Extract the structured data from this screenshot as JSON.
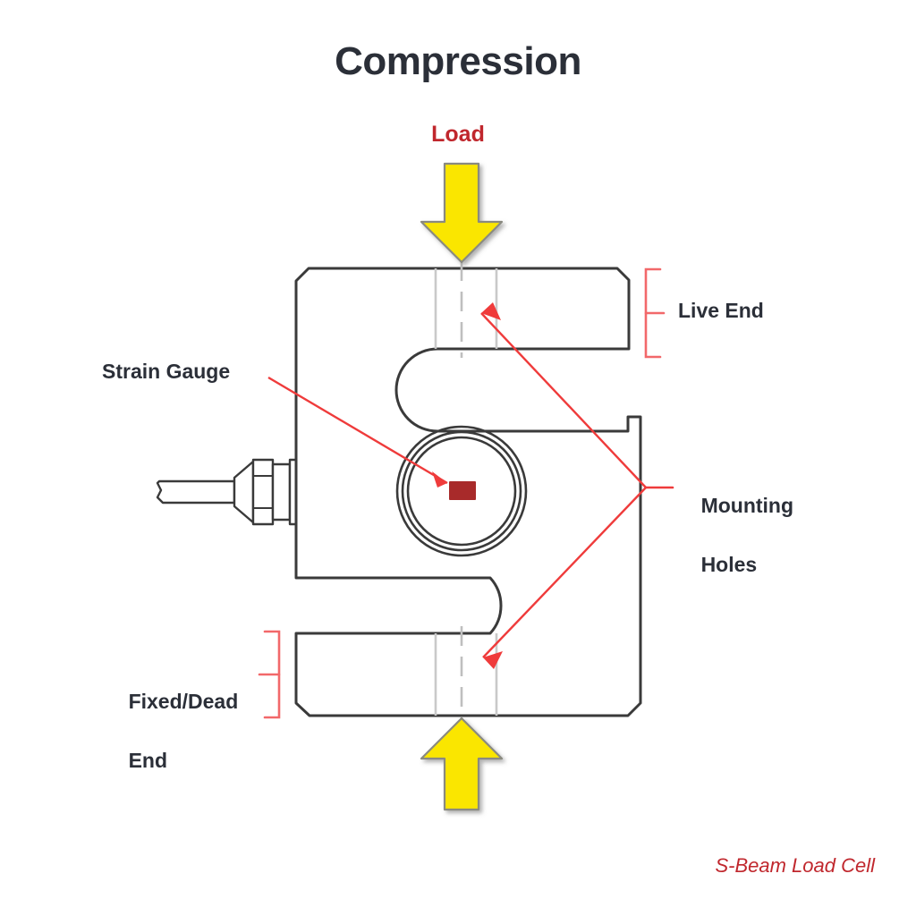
{
  "diagram": {
    "title": "Compression",
    "caption": "S-Beam Load Cell",
    "labels": {
      "load": "Load",
      "live_end": "Live End",
      "mounting_holes_line1": "Mounting",
      "mounting_holes_line2": "Holes",
      "strain_gauge": "Strain Gauge",
      "fixed_dead_end_line1": "Fixed/Dead",
      "fixed_dead_end_line2": "End"
    },
    "colors": {
      "title_text": "#2b2f38",
      "accent_red": "#c0272d",
      "bracket_red": "#f2686a",
      "leader_red": "#ef3b3b",
      "gauge_red": "#a82a2a",
      "arrow_yellow": "#fae600",
      "arrow_outline": "#8a8a80",
      "body_outline": "#3a3a3a",
      "guide_gray": "#c9c9c9",
      "background": "#ffffff"
    },
    "icons": {
      "load_arrow_top": "arrow-down-icon",
      "load_arrow_bottom": "arrow-up-icon",
      "strain_gauge_marker": "strain-gauge-icon",
      "cable_gland": "cable-connector-icon"
    },
    "parts": {
      "live_end_desc": "upper arm of S-beam",
      "fixed_dead_end_desc": "lower arm of S-beam",
      "centerline_desc": "vertical dashed load axis"
    }
  }
}
